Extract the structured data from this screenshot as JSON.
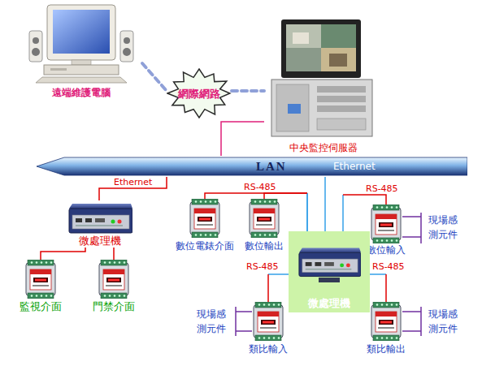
{
  "diagram": {
    "nodes": [
      {
        "text": [
          "遠端維護電腦"
        ]
      },
      {
        "text": [
          "網際網路"
        ]
      },
      {
        "text": [
          "中央監控伺服器"
        ]
      },
      {
        "text": [
          "LAN",
          "Ethernet"
        ]
      },
      {
        "text": [
          "微處理機"
        ]
      },
      {
        "text": [
          "監視介面"
        ]
      },
      {
        "text": [
          "門禁介面"
        ]
      },
      {
        "text": [
          "數位電錶介面"
        ]
      },
      {
        "text": [
          "數位輸出"
        ]
      },
      {
        "text": [
          "數位輸入"
        ]
      },
      {
        "text": [
          "微處理機"
        ]
      },
      {
        "text": [
          "類比輸入"
        ]
      },
      {
        "text": [
          "類比輸出"
        ]
      }
    ],
    "edges": [
      {
        "from": 0,
        "to": 1,
        "arrow": "none"
      },
      {
        "from": 1,
        "to": 2,
        "arrow": "none"
      },
      {
        "from": 2,
        "to": 3,
        "arrow": "none"
      },
      {
        "from": 3,
        "to": 4,
        "label": "Ethernet",
        "arrow": "none"
      },
      {
        "from": 4,
        "to": 5,
        "arrow": "none"
      },
      {
        "from": 4,
        "to": 6,
        "arrow": "none"
      },
      {
        "from": 3,
        "to": 10,
        "arrow": "none"
      },
      {
        "from": 10,
        "to": 7,
        "arrow": "none"
      },
      {
        "from": 10,
        "to": 8,
        "label": "RS-485",
        "arrow": "none"
      },
      {
        "from": 10,
        "to": 9,
        "label": "RS-485",
        "arrow": "none"
      },
      {
        "from": 10,
        "to": 11,
        "label": "RS-485",
        "arrow": "none"
      },
      {
        "from": 10,
        "to": 12,
        "label": "RS-485",
        "arrow": "none"
      }
    ],
    "labels": [
      "現場感 測元件",
      "現場感 測元件",
      "現場感 測元件"
    ]
  }
}
